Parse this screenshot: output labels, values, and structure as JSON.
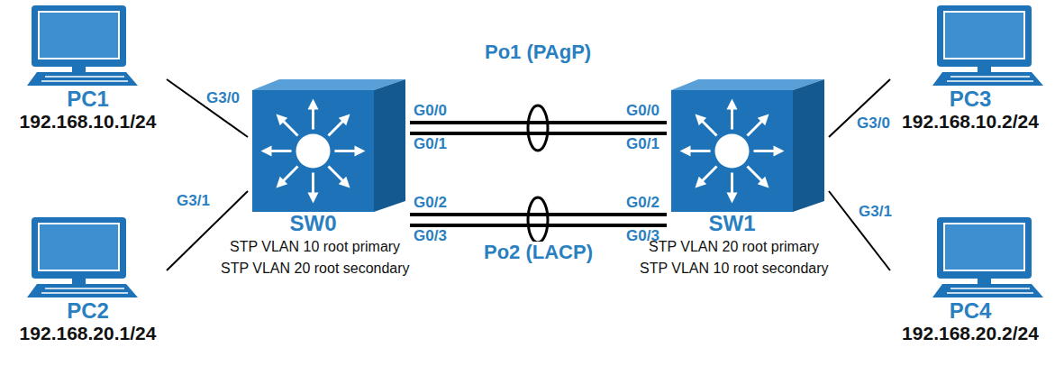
{
  "diagram": {
    "nodes": [
      {
        "text": [
          "PC1",
          "192.168.10.1/24"
        ]
      },
      {
        "text": [
          "SW0"
        ]
      },
      {
        "text": [
          "SW1"
        ]
      },
      {
        "text": [
          "PC3",
          "192.168.10.2/24"
        ]
      },
      {
        "text": [
          "PC2",
          "192.168.20.1/24"
        ]
      },
      {
        "text": [
          "PC4",
          "192.168.20.2/24"
        ]
      }
    ],
    "edges": [
      {
        "from": 0,
        "to": 1,
        "arrow": "none",
        "label": "G3/0"
      },
      {
        "from": 4,
        "to": 1,
        "arrow": "none",
        "label": "G3/1"
      },
      {
        "from": 2,
        "to": 3,
        "arrow": "none",
        "label": "G3/0"
      },
      {
        "from": 2,
        "to": 5,
        "arrow": "none",
        "label": "G3/1"
      },
      {
        "from": 1,
        "to": 2,
        "arrow": "none"
      },
      {
        "from": 1,
        "to": 2,
        "arrow": "none"
      },
      {
        "from": 1,
        "to": 2,
        "arrow": "none"
      },
      {
        "from": 1,
        "to": 2,
        "arrow": "none"
      }
    ],
    "labels": [
      "Po1 (PAgP)",
      "G0/0",
      "G0/1",
      "G0/0",
      "G0/1",
      "Po2 (LACP)",
      "G0/2",
      "G0/3",
      "G0/2",
      "G0/3",
      "STP VLAN 10 root primary",
      "STP VLAN 20 root secondary",
      "STP VLAN 20 root primary",
      "STP VLAN 10 root secondary"
    ]
  }
}
